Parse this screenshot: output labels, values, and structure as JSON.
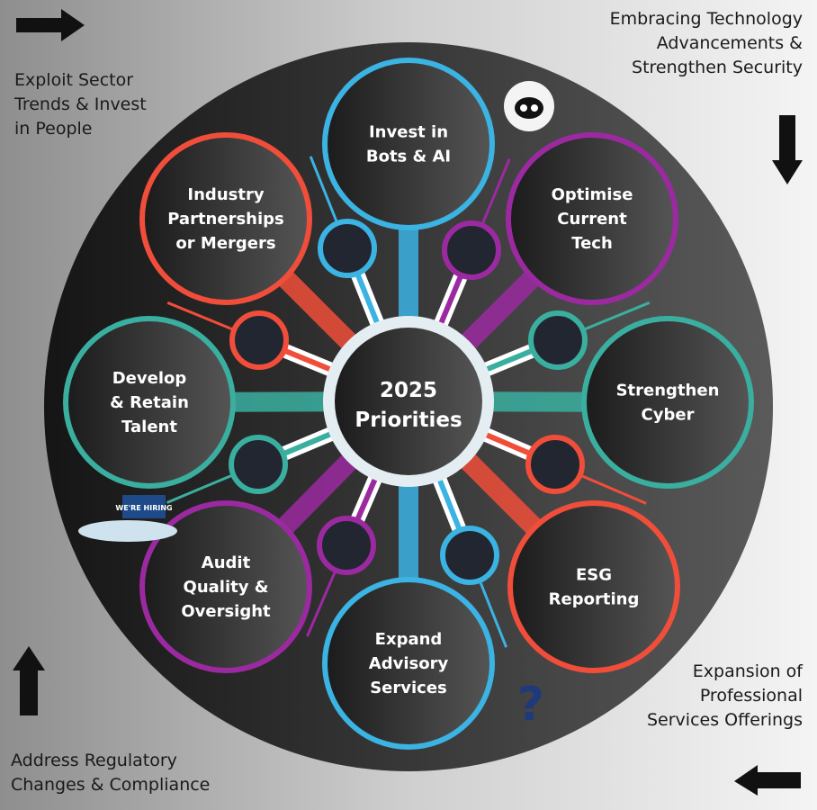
{
  "corners": {
    "top_left": "Exploit Sector Trends & Invest in People",
    "top_right": "Embracing Technology Advancements & Strengthen Security",
    "bottom_right": "Expansion of Professional Services Offerings",
    "bottom_left": "Address Regulatory Changes & Compliance"
  },
  "center": {
    "line1": "2025",
    "line2": "Priorities"
  },
  "priorities": [
    {
      "lines": [
        "Invest in",
        "Bots & AI"
      ],
      "color": "#3bb3e3"
    },
    {
      "lines": [
        "Optimise",
        "Current",
        "Tech"
      ],
      "color": "#9b2aa0"
    },
    {
      "lines": [
        "Strengthen",
        "Cyber"
      ],
      "color": "#3aafa0"
    },
    {
      "lines": [
        "ESG",
        "Reporting"
      ],
      "color": "#f04e3a"
    },
    {
      "lines": [
        "Expand",
        "Advisory",
        "Services"
      ],
      "color": "#3bb3e3"
    },
    {
      "lines": [
        "Audit",
        "Quality &",
        "Oversight"
      ],
      "color": "#9b2aa0"
    },
    {
      "lines": [
        "Develop",
        "& Retain",
        "Talent"
      ],
      "color": "#3aafa0"
    },
    {
      "lines": [
        "Industry",
        "Partnerships",
        "or Mergers"
      ],
      "color": "#f04e3a"
    }
  ],
  "illustration_text": {
    "hiring_sign": "WE'RE HIRING"
  }
}
